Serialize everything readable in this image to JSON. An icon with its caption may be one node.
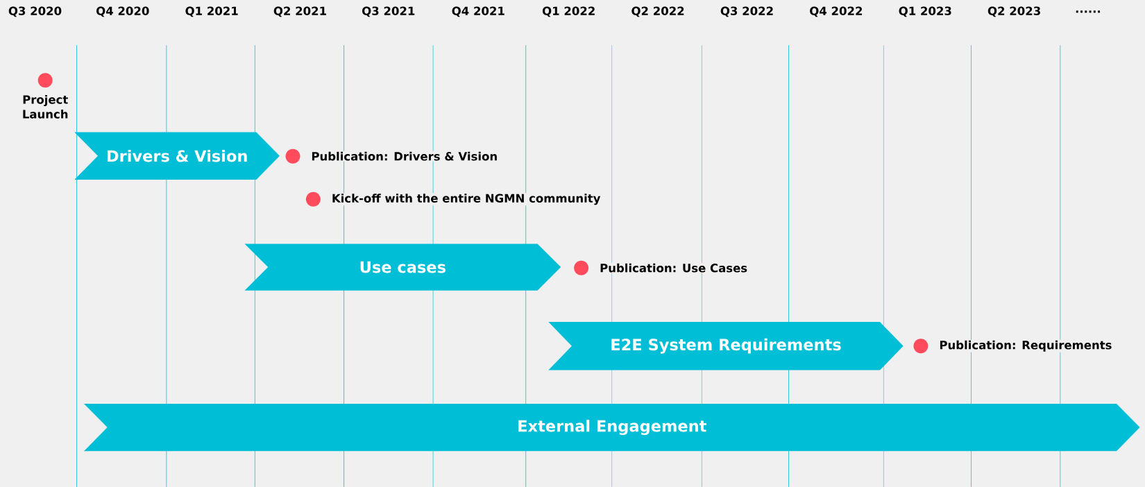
{
  "diagram": {
    "nodes": [
      {
        "text": [],
        "shape": "circle",
        "beside": [
          "Project Launch"
        ]
      },
      {
        "text": [
          "Drivers & Vision"
        ]
      },
      {
        "text": [],
        "shape": "circle",
        "beside": [
          "Publication: Drivers & Vision"
        ]
      },
      {
        "text": [],
        "shape": "circle",
        "beside": [
          "Kick-off with the entire NGMN community"
        ]
      },
      {
        "text": [
          "Use cases"
        ]
      },
      {
        "text": [],
        "shape": "circle",
        "beside": [
          "Publication: Use Cases"
        ]
      },
      {
        "text": [
          "E2E System Requirements"
        ]
      },
      {
        "text": [],
        "shape": "circle",
        "beside": [
          "Publication: Requirements"
        ]
      },
      {
        "text": [
          "External Engagement"
        ]
      }
    ],
    "edges": [],
    "labels": [
      "Q3 2020",
      "Q4 2020",
      "Q1 2021",
      "Q2 2021",
      "Q3 2021",
      "Q4 2021",
      "Q1 2022",
      "Q2 2022",
      "Q3 2022",
      "Q4 2022",
      "Q1 2023",
      "Q2 2023",
      "......"
    ]
  }
}
